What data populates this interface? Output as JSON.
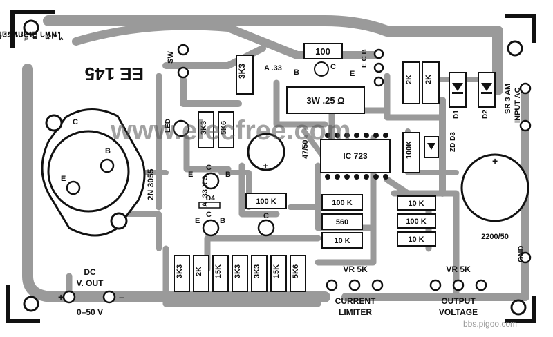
{
  "board": {
    "model": "EE 145",
    "maker_text": "ไฟฟ้า อิเล็กทรอนิกส์",
    "watermark": "www.elecfree.com",
    "site": "bbs.pigoo.com"
  },
  "components": {
    "r100_top": "100",
    "r3k3_top": "3K3",
    "label_a33": "A .33",
    "label_b1": "B",
    "label_c1": "C",
    "label_e1": "E",
    "ecb": "E C B",
    "r3w": "3W .25 Ω",
    "r2k_a": "2K",
    "r2k_b": "2K",
    "d1": "D1",
    "d2": "D2",
    "sr3am": "SR 3 AM",
    "sw": "SW",
    "led": "LED",
    "r3k3_mid": "3K3",
    "r5k6_mid": "5K6",
    "cap_4750": "47/50",
    "ic": "IC 723",
    "r100k_v": "100K",
    "zd": "ZD D3",
    "cap_2200": "2200/50",
    "tr_c": "C",
    "tr_b": "B",
    "tr_e": "E",
    "tr_name": "2N 3055",
    "q2_e": "E",
    "q2_c": "C",
    "q2_b": "B",
    "d4": "D4",
    "a33x3": "A .33 X 3",
    "q3_e": "E",
    "q3_c": "C",
    "q3_b": "B",
    "cap_c": "C",
    "r100k_a": "100 K",
    "r100k_b": "100 K",
    "r560": "560",
    "r10k_a": "10 K",
    "r10k_b": "10 K",
    "r100k_c": "100 K",
    "r10k_c": "10 K",
    "bottom_res": [
      "3K3",
      "2K",
      "15K",
      "3K3",
      "3K3",
      "15K",
      "5K6"
    ]
  },
  "labels": {
    "input_ac": "INPUT AC",
    "gnd": "GND",
    "dc_vout": "DC V. OUT",
    "dc": "DC",
    "vout": "V. OUT",
    "range": "0–50 V",
    "plus": "+",
    "minus": "–",
    "vr1": "VR 5K",
    "vr2": "VR 5K",
    "current_limiter": "CURRENT LIMITER",
    "current": "CURRENT",
    "limiter": "LIMITER",
    "output_voltage": "OUTPUT VOLTAGE",
    "output": "OUTPUT",
    "voltage": "VOLTAGE"
  },
  "colors": {
    "copper": "#9a9a9a",
    "ink": "#111111",
    "paper": "#ffffff"
  }
}
